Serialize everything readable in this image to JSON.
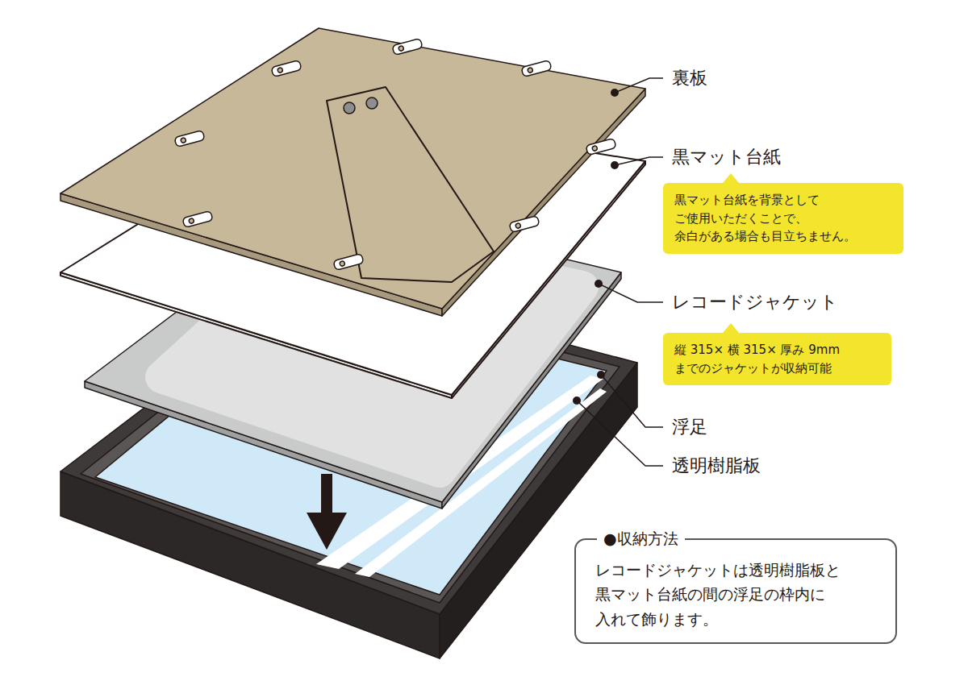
{
  "diagram": {
    "nodes": [
      {
        "text": [
          "黒マット台紙を背景として ご使用いただくことで、 余白がある場合も目立ちません。"
        ]
      },
      {
        "text": [
          "縦 315× 横 315× 厚み 9mm までのジャケットが収納可能"
        ]
      },
      {
        "text": [
          "●収納方法",
          "レコードジャケットは透明樹脂板と 黒マット台紙の間の浮足の枠内に 入れて飾ります。"
        ]
      }
    ],
    "labels": [
      "裏板",
      "黒マット台紙",
      "レコードジャケット",
      "浮足",
      "透明樹脂板"
    ]
  }
}
